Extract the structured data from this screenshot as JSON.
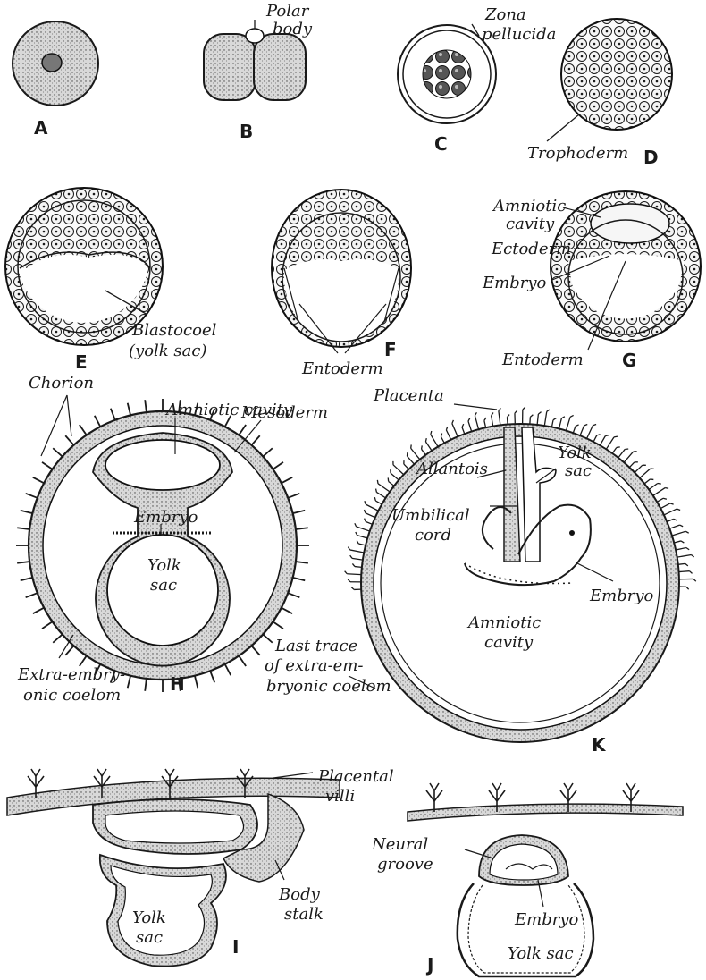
{
  "figures": {
    "A": {
      "letter": "A"
    },
    "B": {
      "letter": "B",
      "labels": [
        "Polar",
        "body"
      ]
    },
    "C": {
      "letter": "C",
      "labels": [
        "Zona",
        "pellucida"
      ]
    },
    "D": {
      "letter": "D",
      "labels": [
        "Trophoderm"
      ]
    },
    "E": {
      "letter": "E",
      "labels": [
        "Blastocoel",
        "(yolk sac)"
      ]
    },
    "F": {
      "letter": "F",
      "labels": [
        "Entoderm"
      ]
    },
    "G": {
      "letter": "G",
      "labels": [
        "Amniotic",
        "cavity",
        "Ectoderm",
        "Embryo",
        "Entoderm"
      ]
    },
    "H": {
      "letter": "H",
      "labels": [
        "Chorion",
        "Amniotic cavity",
        "Mesoderm",
        "Embryo",
        "Yolk",
        "sac",
        "Extra-embry-",
        "onic coelom"
      ]
    },
    "K": {
      "letter": "K",
      "labels": [
        "Placenta",
        "Allantois",
        "Yolk",
        "sac",
        "Umbilical",
        "cord",
        "Embryo",
        "Amniotic",
        "cavity",
        "Last trace",
        "of extra-em-",
        "bryonic coelom"
      ]
    },
    "I": {
      "letter": "I",
      "labels": [
        "Placental",
        "villi",
        "Body",
        "stalk",
        "Yolk",
        "sac"
      ]
    },
    "J": {
      "letter": "J",
      "labels": [
        "Neural",
        "groove",
        "Embryo",
        "Yolk sac"
      ]
    }
  }
}
